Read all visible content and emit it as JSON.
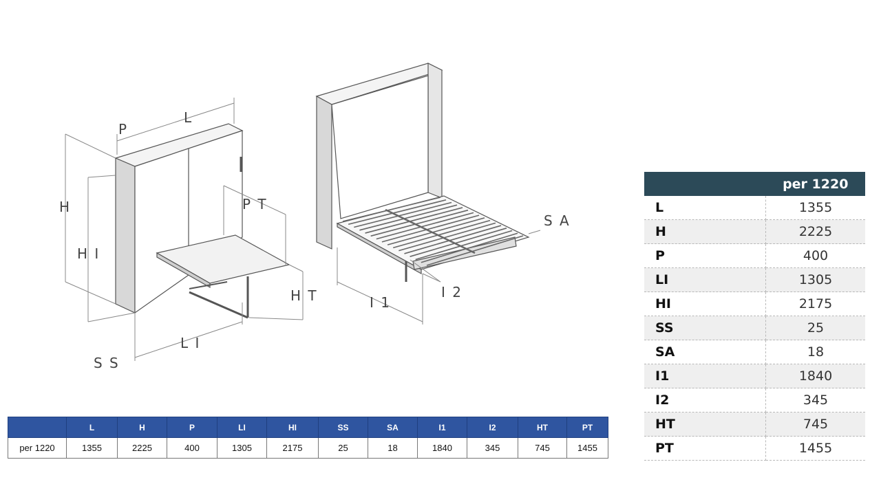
{
  "diagram_labels": {
    "P": "P",
    "L": "L",
    "H": "H",
    "HI": "H I",
    "PT": "P T",
    "HT": "H T",
    "LI": "L I",
    "SS": "S S",
    "SA": "S A",
    "I1": "I 1",
    "I2": "I 2"
  },
  "bottom_table": {
    "headers": [
      "",
      "L",
      "H",
      "P",
      "LI",
      "HI",
      "SS",
      "SA",
      "I1",
      "I2",
      "HT",
      "PT"
    ],
    "row": [
      "per 1220",
      "1355",
      "2225",
      "400",
      "1305",
      "2175",
      "25",
      "18",
      "1840",
      "345",
      "745",
      "1455"
    ]
  },
  "right_table": {
    "header": "per 1220",
    "rows": [
      {
        "key": "L",
        "value": "1355"
      },
      {
        "key": "H",
        "value": "2225"
      },
      {
        "key": "P",
        "value": "400"
      },
      {
        "key": "LI",
        "value": "1305"
      },
      {
        "key": "HI",
        "value": "2175"
      },
      {
        "key": "SS",
        "value": "25"
      },
      {
        "key": "SA",
        "value": "18"
      },
      {
        "key": "I1",
        "value": "1840"
      },
      {
        "key": "I2",
        "value": "345"
      },
      {
        "key": "HT",
        "value": "745"
      },
      {
        "key": "PT",
        "value": "1455"
      }
    ]
  }
}
